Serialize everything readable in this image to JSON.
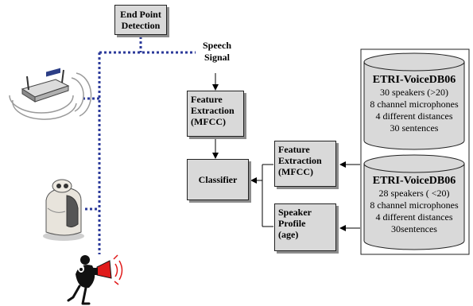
{
  "end_point_detection": "End Point Detection",
  "speech_signal": "Speech Signal",
  "feature_extraction_main": {
    "line1": "Feature",
    "line2": "Extraction",
    "line3": "(MFCC)"
  },
  "classifier": "Classifier",
  "feature_extraction_db": {
    "line1": "Feature",
    "line2": "Extraction",
    "line3": "(MFCC)"
  },
  "speaker_profile": {
    "line1": "Speaker",
    "line2": "Profile",
    "line3": "(age)"
  },
  "databases": [
    {
      "title": "ETRI-VoiceDB06",
      "lines": [
        "30 speakers (>20)",
        "8 channel microphones",
        "4 different distances",
        "30 sentences"
      ]
    },
    {
      "title": "ETRI-VoiceDB06",
      "lines": [
        "28 speakers ( <20)",
        "8 channel microphones",
        "4 different distances",
        "30sentences"
      ]
    }
  ],
  "icons": [
    "wireless-router-icon",
    "robot-icon",
    "megaphone-speaker-icon"
  ],
  "colors": {
    "box_fill": "#d9d9d9",
    "dotted_line": "#2b3a9a",
    "shadow": "#8c8c8c"
  }
}
